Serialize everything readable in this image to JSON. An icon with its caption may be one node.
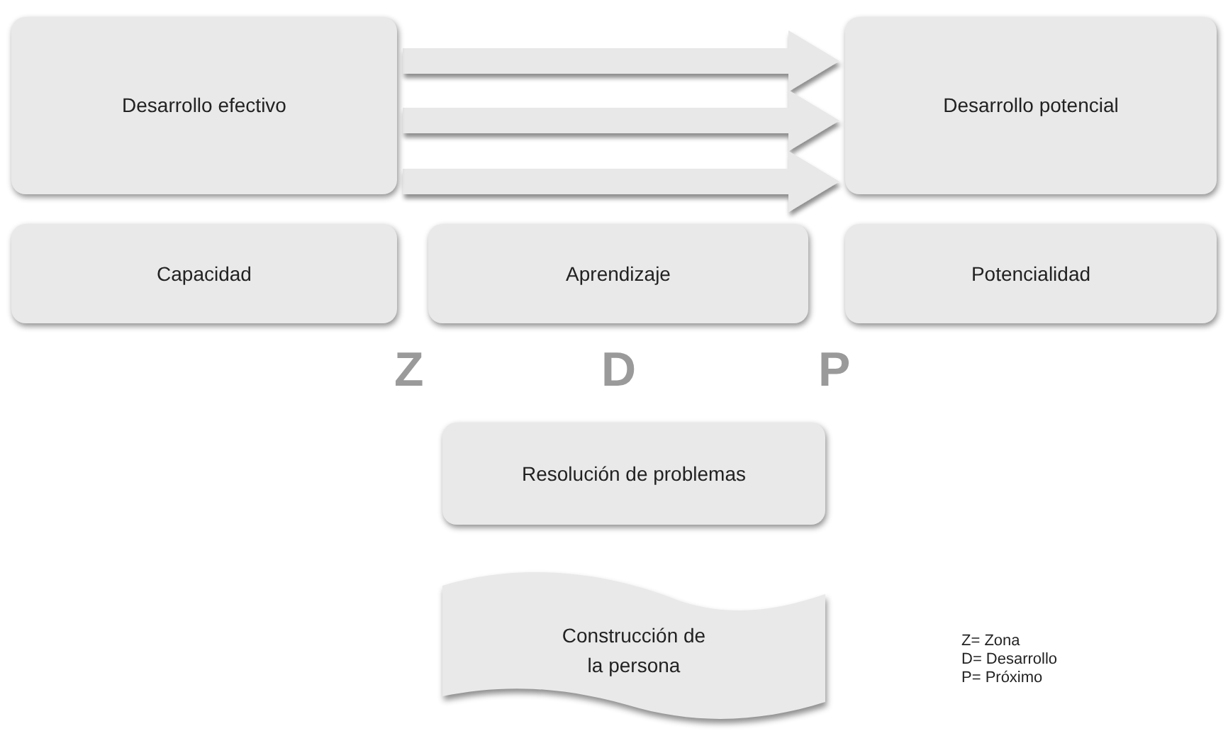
{
  "diagram": {
    "nodes": [
      {
        "text": [
          "Desarrollo efectivo"
        ]
      },
      {
        "text": [
          "Desarrollo potencial"
        ]
      },
      {
        "text": [
          "Capacidad"
        ]
      },
      {
        "text": [
          "Aprendizaje"
        ]
      },
      {
        "text": [
          "Potencialidad"
        ]
      },
      {
        "text": [
          "Resolución de problemas"
        ]
      },
      {
        "text": [
          "Construcción de la persona"
        ]
      }
    ],
    "edges": [
      {
        "from": 0,
        "to": 1,
        "arrow": "to"
      },
      {
        "from": 0,
        "to": 1,
        "arrow": "to"
      },
      {
        "from": 0,
        "to": 1,
        "arrow": "to"
      }
    ],
    "labels": [
      "Z",
      "D",
      "P",
      "Z= Zona",
      "D= Desarrollo",
      "P= Próximo"
    ]
  }
}
